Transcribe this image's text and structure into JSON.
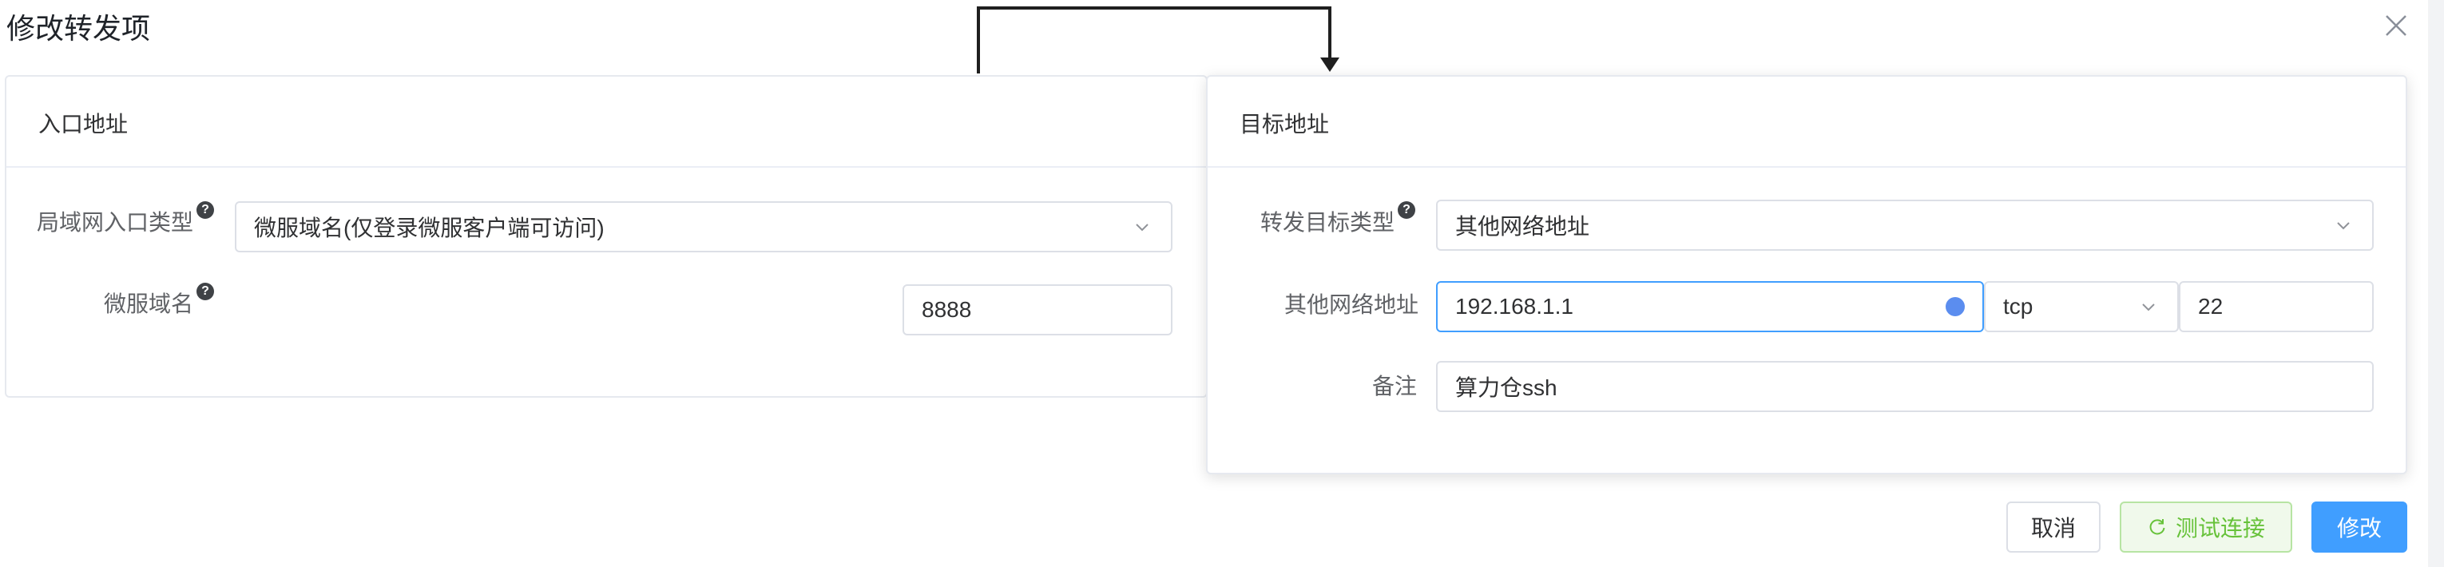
{
  "dialog": {
    "title": "修改转发项",
    "close_icon": "close-icon"
  },
  "entry": {
    "title": "入口地址",
    "type_label": "局域网入口类型",
    "type_value": "微服域名(仅登录微服客户端可访问)",
    "domain_label": "微服域名",
    "domain_value": "8888"
  },
  "target": {
    "title": "目标地址",
    "type_label": "转发目标类型",
    "type_value": "其他网络地址",
    "addr_label": "其他网络地址",
    "addr_value": "192.168.1.1",
    "protocol_value": "tcp",
    "port_value": "22",
    "note_label": "备注",
    "note_value": "算力仓ssh"
  },
  "help_glyph": "?",
  "footer": {
    "cancel_label": "取消",
    "test_label": "测试连接",
    "submit_label": "修改"
  },
  "colors": {
    "primary": "#409eff",
    "success": "#67c23a",
    "success_bg": "#f0f9eb"
  }
}
